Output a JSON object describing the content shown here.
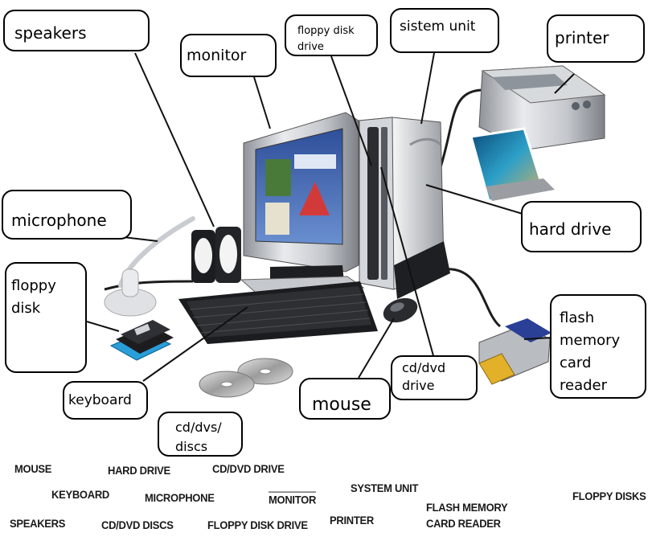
{
  "labels": {
    "speakers": [
      "speakers"
    ],
    "monitor": [
      "monitor"
    ],
    "floppy_drive": [
      "floppy disk",
      "drive"
    ],
    "system_unit": [
      "sistem unit"
    ],
    "printer": [
      "printer"
    ],
    "microphone": [
      "microphone"
    ],
    "hard_drive": [
      "hard drive"
    ],
    "floppy_disk": [
      "floppy",
      "disk"
    ],
    "flash_reader": [
      "flash",
      "memory",
      "card",
      "reader"
    ],
    "cd_drive": [
      "cd/dvd",
      "drive"
    ],
    "mouse": [
      "mouse"
    ],
    "keyboard": [
      "keyboard"
    ],
    "cd_discs": [
      "cd/dvs/",
      "discs"
    ]
  },
  "word_bank": {
    "mouse": "MOUSE",
    "hard_drive": "HARD DRIVE",
    "cd_dvd_drive": "CD/DVD DRIVE",
    "keyboard": "KEYBOARD",
    "microphone": "MICROPHONE",
    "monitor": "MONITOR",
    "system_unit": "SYSTEM UNIT",
    "floppy_disks": "FLOPPY DISKS",
    "flash_memory": "FLASH MEMORY",
    "card_reader": "CARD READER",
    "speakers": "SPEAKERS",
    "cd_dvd_discs": "CD/DVD DISCS",
    "floppy_disk_drive": "FLOPPY DISK DRIVE",
    "printer": "PRINTER"
  }
}
